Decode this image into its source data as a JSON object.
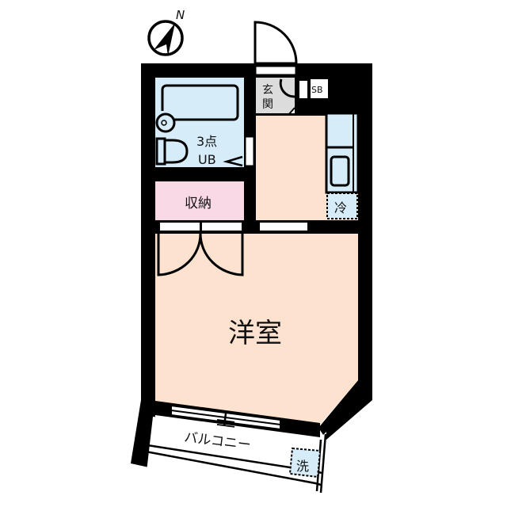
{
  "compass": {
    "label": "N"
  },
  "rooms": {
    "entrance": {
      "label_line1": "玄",
      "label_line2": "関"
    },
    "shoe_box": {
      "label": "SB"
    },
    "bathroom": {
      "label_line1": "3点",
      "label_line2": "UB"
    },
    "storage": {
      "label": "収納"
    },
    "refrigerator": {
      "label": "冷"
    },
    "western_room": {
      "label": "洋室"
    },
    "balcony": {
      "label": "バルコニー"
    },
    "washer": {
      "label": "洗"
    }
  },
  "colors": {
    "wall": "#000000",
    "western_room": "#fde3cf",
    "bathroom": "#d6ecf9",
    "storage": "#f9d9e6",
    "entrance": "#dcdcdc",
    "kitchen": "#d6ecf9",
    "fixture": "#d6ecf9",
    "background": "#ffffff"
  }
}
